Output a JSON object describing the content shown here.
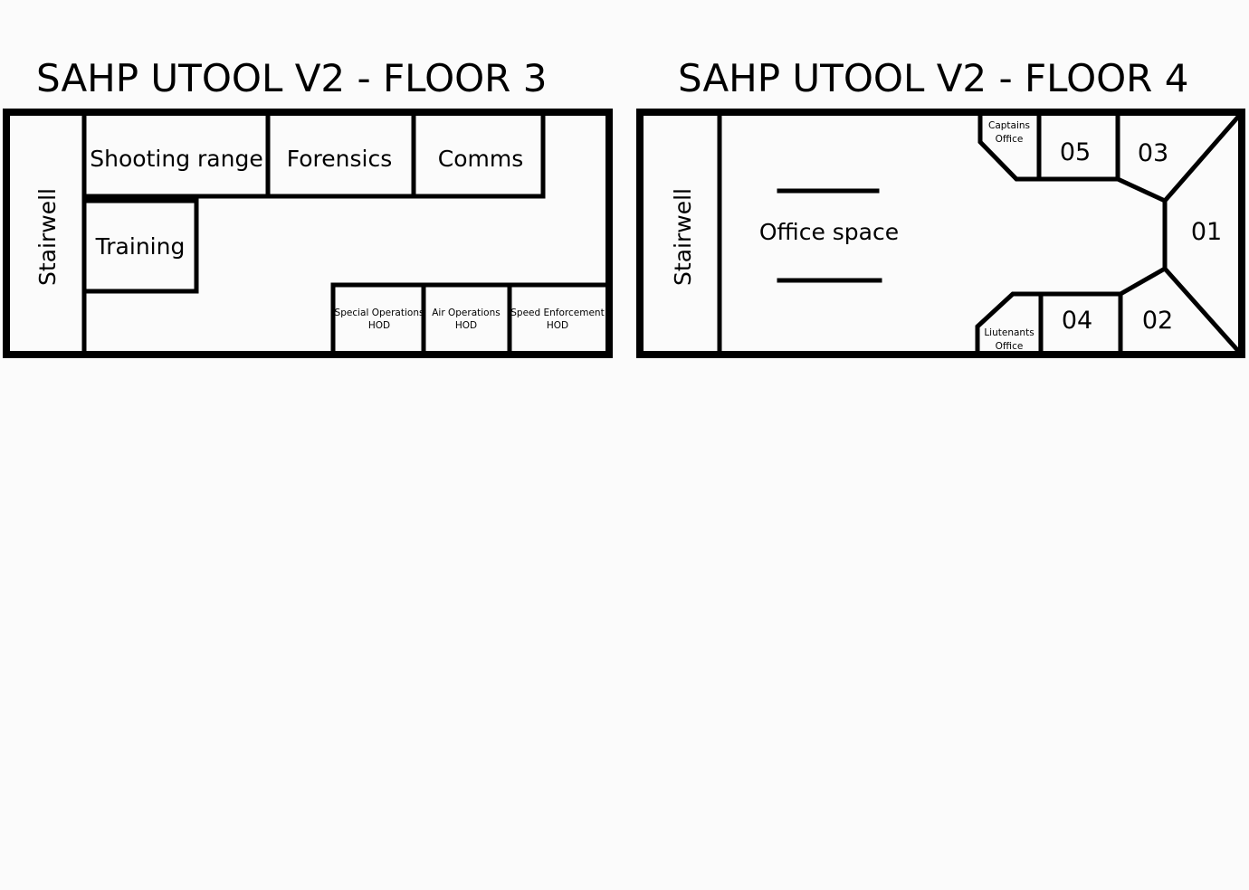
{
  "floor3": {
    "title": "SAHP UTOOL V2 - FLOOR 3",
    "rooms": {
      "stairwell": "Stairwell",
      "shooting_range": "Shooting range",
      "forensics": "Forensics",
      "comms": "Comms",
      "training": "Training",
      "special_ops_l1": "Special Operations",
      "special_ops_l2": "HOD",
      "air_ops_l1": "Air Operations",
      "air_ops_l2": "HOD",
      "speed_enf_l1": "Speed Enforcement",
      "speed_enf_l2": "HOD"
    }
  },
  "floor4": {
    "title": "SAHP UTOOL V2 - FLOOR 4",
    "rooms": {
      "stairwell": "Stairwell",
      "office_space": "Office space",
      "captains_l1": "Captains",
      "captains_l2": "Office",
      "lieutenants_l1": "Liutenants",
      "lieutenants_l2": "Office",
      "room_01": "01",
      "room_02": "02",
      "room_03": "03",
      "room_04": "04",
      "room_05": "05"
    }
  }
}
